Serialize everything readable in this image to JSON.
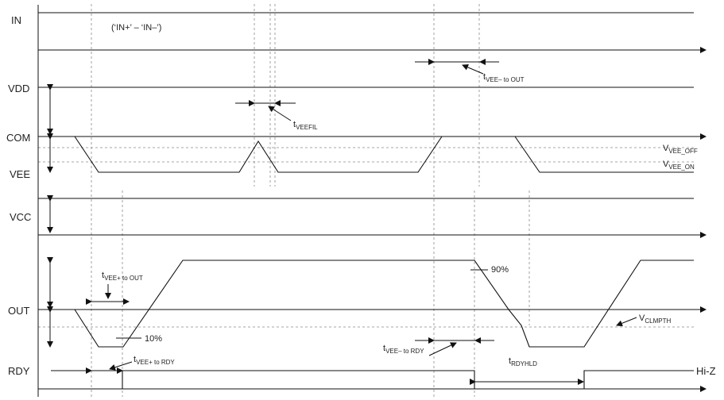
{
  "signals": {
    "in": "IN",
    "vdd": "VDD",
    "com": "COM",
    "vee": "VEE",
    "vcc": "VCC",
    "out": "OUT",
    "rdy": "RDY"
  },
  "annotations": {
    "in_formula": "(‘IN+’ – ‘IN–’)",
    "vee_off_main": "V",
    "vee_off_sub": "VEE_OFF",
    "vee_on_main": "V",
    "vee_on_sub": "VEE_ON",
    "clmpth_main": "V",
    "clmpth_sub": "CLMPTH",
    "pct90": "90%",
    "pct10": "10%",
    "hiz": "Hi-Z",
    "t_vee_minus_out_main": "t",
    "t_vee_minus_out_sub": "VEE– to OUT",
    "t_veefil_main": "t",
    "t_veefil_sub": "VEEFIL",
    "t_vee_plus_out_main": "t",
    "t_vee_plus_out_sub": "VEE+ to OUT",
    "t_vee_plus_rdy_main": "t",
    "t_vee_plus_rdy_sub": "VEE+ to RDY",
    "t_vee_minus_rdy_main": "t",
    "t_vee_minus_rdy_sub": "VEE– to RDY",
    "t_rdyhld_main": "t",
    "t_rdyhld_sub": "RDYHLD"
  },
  "colors": {
    "line": "#111111",
    "guide": "#8a8a8a"
  }
}
